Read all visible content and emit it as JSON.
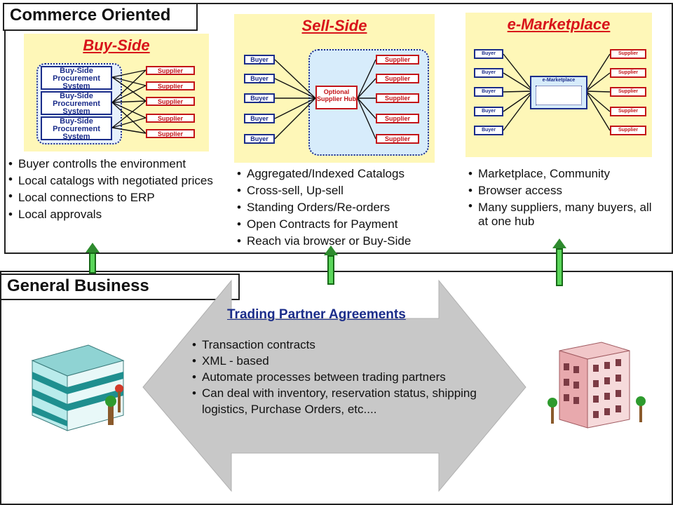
{
  "commerce": {
    "title": "Commerce Oriented",
    "buy_side": {
      "title": "Buy-Side",
      "systems": [
        "Buy-Side Procurement System",
        "Buy-Side Procurement System",
        "Buy-Side Procurement System"
      ],
      "suppliers": [
        "Supplier",
        "Supplier",
        "Supplier",
        "Supplier",
        "Supplier"
      ],
      "bullets": [
        "Buyer controlls the environment",
        "Local catalogs with negotiated prices",
        "Local connections to ERP",
        "Local approvals"
      ]
    },
    "sell_side": {
      "title": "Sell-Side",
      "buyers": [
        "Buyer",
        "Buyer",
        "Buyer",
        "Buyer",
        "Buyer"
      ],
      "hub": "Optional Supplier Hub",
      "suppliers": [
        "Supplier",
        "Supplier",
        "Supplier",
        "Supplier",
        "Supplier"
      ],
      "bullets": [
        "Aggregated/Indexed Catalogs",
        "Cross-sell, Up-sell",
        "Standing Orders/Re-orders",
        "Open Contracts for Payment",
        "Reach via browser or Buy-Side"
      ]
    },
    "emarketplace": {
      "title": "e-Marketplace",
      "buyers": [
        "Buyer",
        "Buyer",
        "Buyer",
        "Buyer",
        "Buyer"
      ],
      "hub": "e-Marketplace",
      "suppliers": [
        "Supplier",
        "Supplier",
        "Supplier",
        "Supplier",
        "Supplier"
      ],
      "bullets": [
        "Marketplace, Community",
        "Browser access",
        "Many suppliers, many buyers, all at one hub"
      ]
    }
  },
  "general": {
    "title": "General Business",
    "tpa_title": "Trading Partner Agreements",
    "bullets": [
      "Transaction contracts",
      "XML - based",
      "Automate processes between trading partners",
      "Can deal with inventory, reservation status, shipping logistics,  Purchase Orders, etc...."
    ]
  },
  "colors": {
    "green_arrow": "#5bd65b",
    "panel_bg": "#fef7b8",
    "title_red": "#d8141b",
    "link_blue": "#1b2d8a",
    "big_arrow": "#c8c8c8"
  }
}
